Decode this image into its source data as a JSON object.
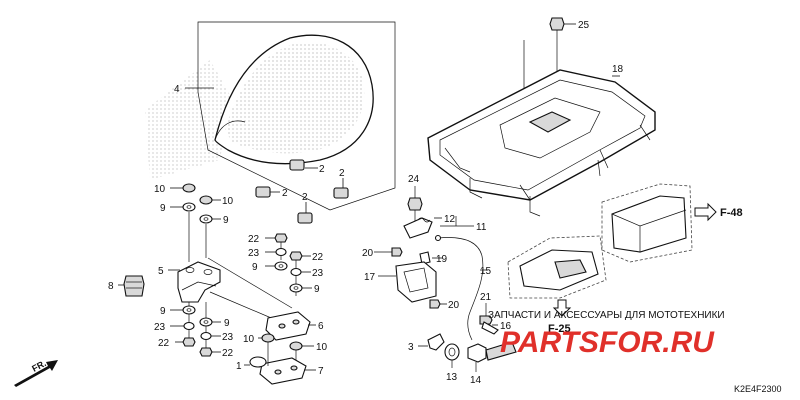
{
  "callouts": {
    "c1": "1",
    "c2a": "2",
    "c2b": "2",
    "c2c": "2",
    "c2d": "2",
    "c3": "3",
    "c4": "4",
    "c5": "5",
    "c6": "6",
    "c7": "7",
    "c8": "8",
    "c9a": "9",
    "c9b": "9",
    "c9c": "9",
    "c9d": "9",
    "c9e": "9",
    "c9f": "9",
    "c10a": "10",
    "c10b": "10",
    "c10c": "10",
    "c10d": "10",
    "c11": "11",
    "c12": "12",
    "c13": "13",
    "c14": "14",
    "c15": "15",
    "c16": "16",
    "c17": "17",
    "c18": "18",
    "c19": "19",
    "c20a": "20",
    "c20b": "20",
    "c21": "21",
    "c22a": "22",
    "c22b": "22",
    "c22c": "22",
    "c22d": "22",
    "c23a": "23",
    "c23b": "23",
    "c23c": "23",
    "c23d": "23",
    "c24": "24",
    "c25": "25"
  },
  "refs": {
    "f48": "F-48",
    "f25": "F-25"
  },
  "front_label": "FR.",
  "watermark": {
    "subtitle": "ЗАПЧАСТИ И АКСЕССУАРЫ ДЛЯ МОТОТЕХНИКИ",
    "logo": "PARTSFOR.RU"
  },
  "diagram_code": "K2E4F2300",
  "colors": {
    "watermark_red": "#e0302a",
    "ink": "#111111"
  }
}
